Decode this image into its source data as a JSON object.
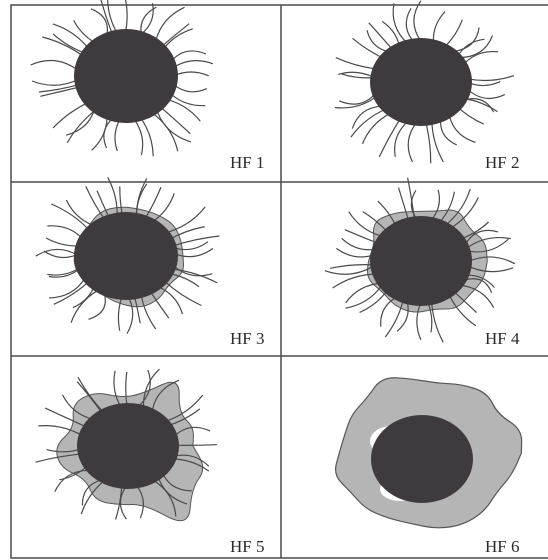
{
  "figure": {
    "panels": [
      {
        "label": "HF 1",
        "stage": 1
      },
      {
        "label": "HF 2",
        "stage": 2
      },
      {
        "label": "HF 3",
        "stage": 3
      },
      {
        "label": "HF 4",
        "stage": 4
      },
      {
        "label": "HF 5",
        "stage": 5
      },
      {
        "label": "HF 6",
        "stage": 6
      }
    ]
  },
  "colors": {
    "background": "#ffffff",
    "grid_line": "#4a4a4a",
    "core_fill": "#3f3a3d",
    "fiber_stroke": "#4a4a4a",
    "shaded_fill": "#b5b5b5",
    "shaded_stroke": "#555555"
  }
}
